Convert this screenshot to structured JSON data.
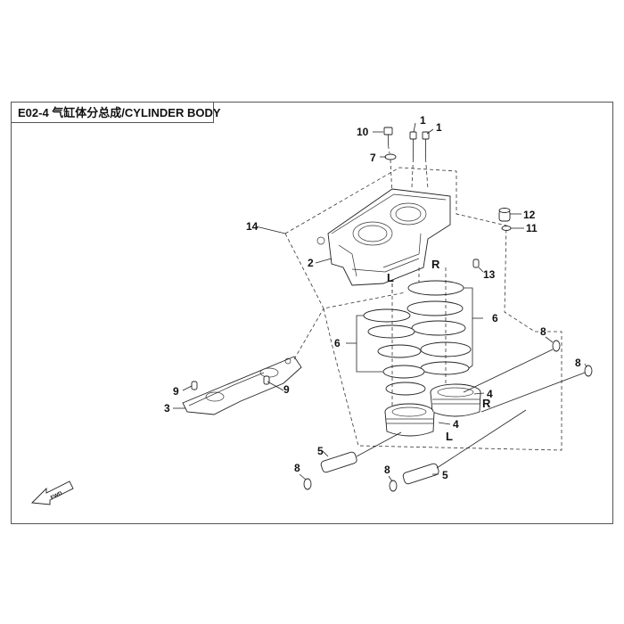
{
  "title": "E02-4 气缸体分总成/CYLINDER BODY",
  "callouts": {
    "c1a": "1",
    "c1b": "1",
    "c2": "2",
    "c3": "3",
    "c4a": "4",
    "c4b": "4",
    "c5a": "5",
    "c5b": "5",
    "c6a": "6",
    "c6b": "6",
    "c7": "7",
    "c8a": "8",
    "c8b": "8",
    "c8c": "8",
    "c8d": "8",
    "c9a": "9",
    "c9b": "9",
    "c10": "10",
    "c11": "11",
    "c12": "12",
    "c13": "13",
    "c14": "14"
  },
  "side_marks": {
    "l_top": "L",
    "r_top": "R",
    "r_piston": "R",
    "l_piston": "L"
  },
  "fwd_label": "FWD"
}
